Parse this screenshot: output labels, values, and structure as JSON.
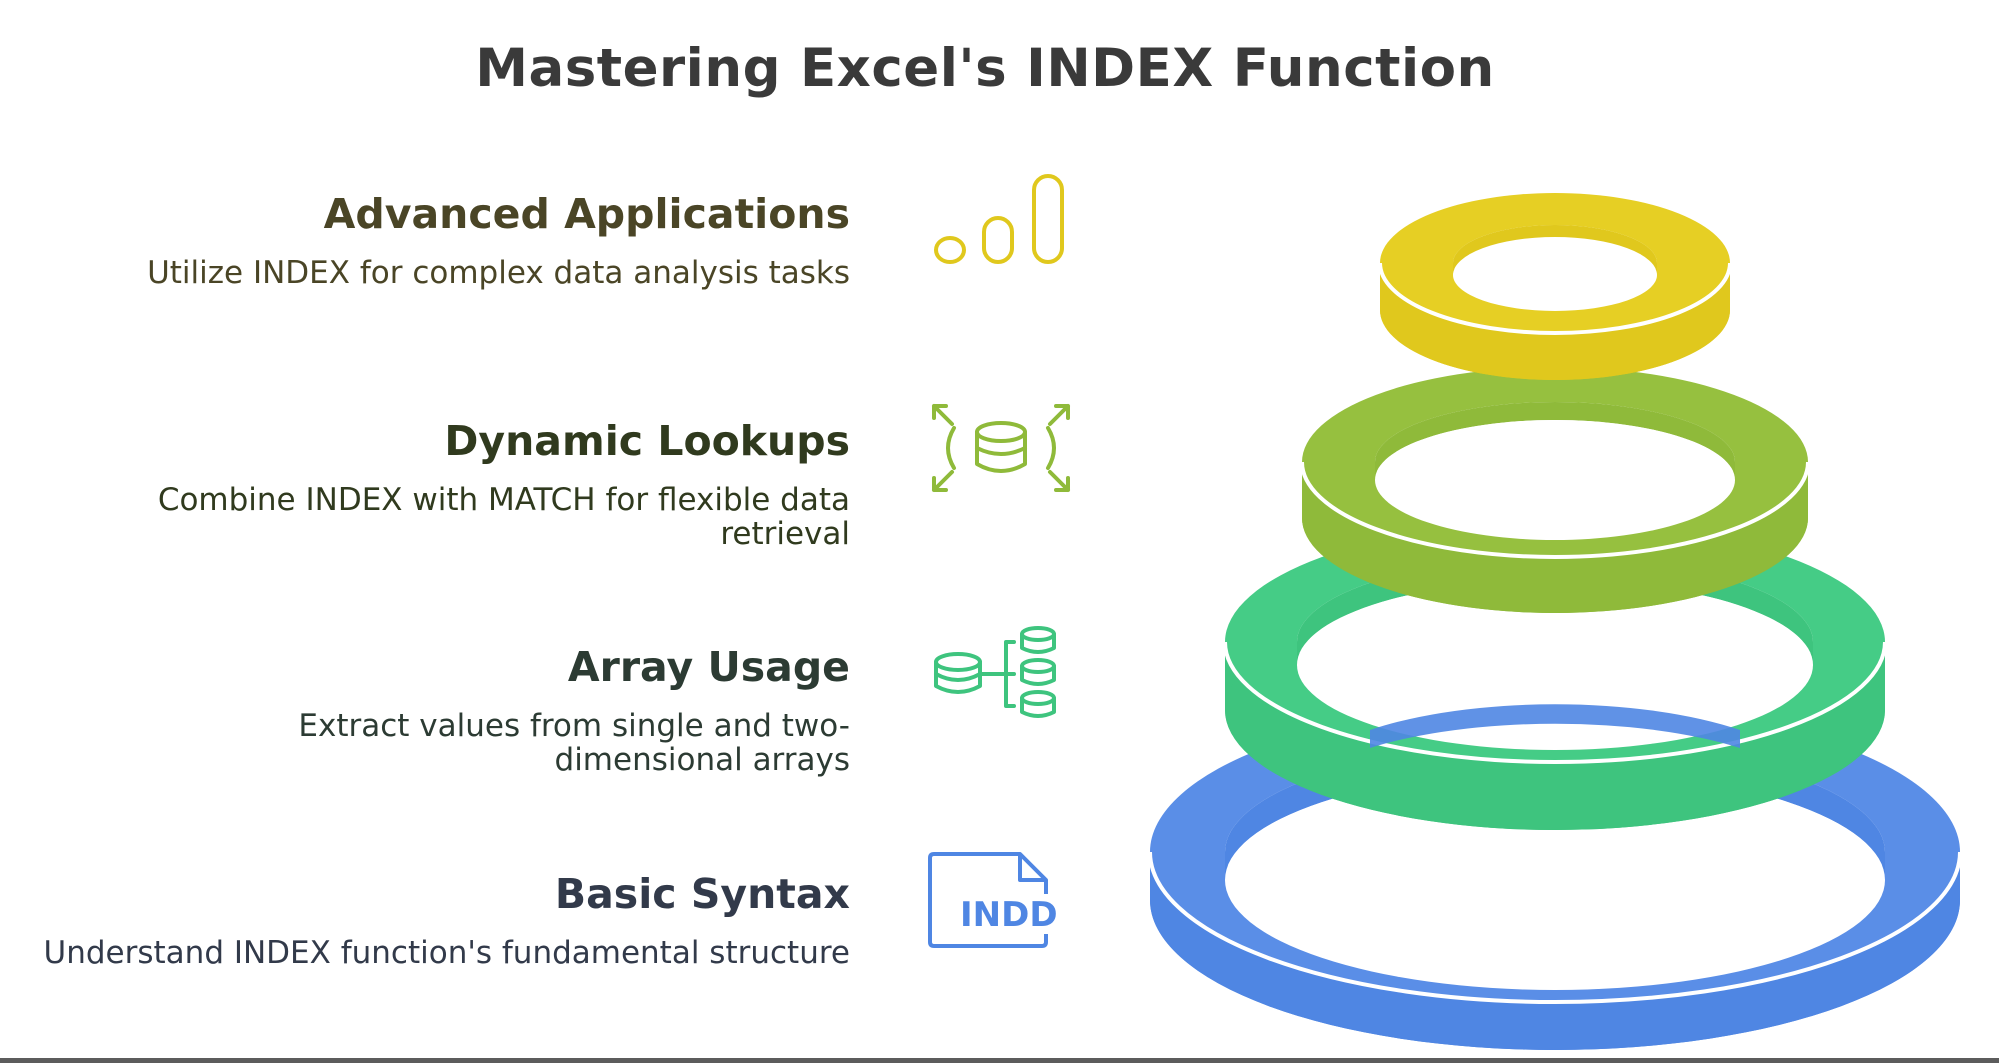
{
  "title": "Mastering Excel's INDEX Function",
  "items": [
    {
      "heading": "Advanced Applications",
      "description": "Utilize INDEX for complex data analysis tasks",
      "icon": "bar-chart-icon",
      "color": "#4a4526",
      "desc_color": "#4a4526"
    },
    {
      "heading": "Dynamic Lookups",
      "description": "Combine INDEX with MATCH for flexible data retrieval",
      "icon": "expand-database-icon",
      "color": "#303a1e",
      "desc_color": "#303a1e"
    },
    {
      "heading": "Array Usage",
      "description": "Extract values from single and two-dimensional arrays",
      "icon": "database-tree-icon",
      "color": "#2c3b33",
      "desc_color": "#2c3b33"
    },
    {
      "heading": "Basic Syntax",
      "description": "Understand INDEX function's fundamental structure",
      "icon": "indd-file-icon",
      "icon_text": "INDD",
      "color": "#323a4a",
      "desc_color": "#323a4a"
    }
  ],
  "colors": {
    "yellow": "#e0c81d",
    "lime": "#8fba3a",
    "green": "#3ec47e",
    "blue": "#4f86e3"
  }
}
